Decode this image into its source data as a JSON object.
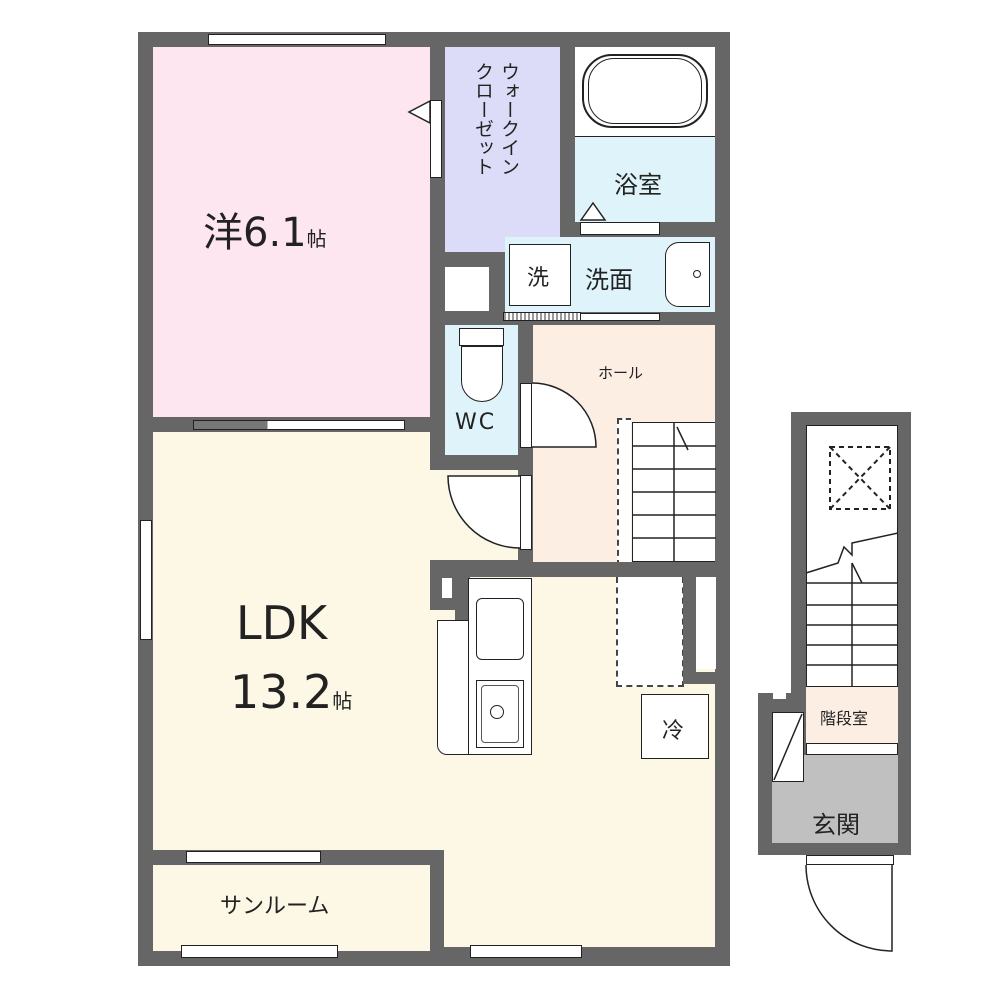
{
  "floor_plan": {
    "colors": {
      "wall": "#666666",
      "western_room": "#fde6f0",
      "closet": "#dcdcf8",
      "bath": "#dff3fa",
      "hall": "#fdeee4",
      "ldk": "#fdf8e6",
      "entrance": "#c0c0c0",
      "stair_room": "#fdeee4"
    },
    "rooms": {
      "western": {
        "prefix": "洋",
        "size": "6.1",
        "unit": "帖"
      },
      "closet": {
        "label_col1": "ウォークイン",
        "label_col2": "クローゼット"
      },
      "bath": {
        "label": "浴室"
      },
      "washroom": {
        "label": "洗面",
        "washer_label": "洗"
      },
      "toilet": {
        "label": "WC"
      },
      "hall": {
        "label": "ホール"
      },
      "ldk": {
        "name": "LDK",
        "size": "13.2",
        "unit": "帖"
      },
      "fridge": {
        "label": "冷"
      },
      "sunroom": {
        "label": "サンルーム"
      },
      "stair_room": {
        "label": "階段室"
      },
      "entrance": {
        "label": "玄関"
      }
    }
  }
}
